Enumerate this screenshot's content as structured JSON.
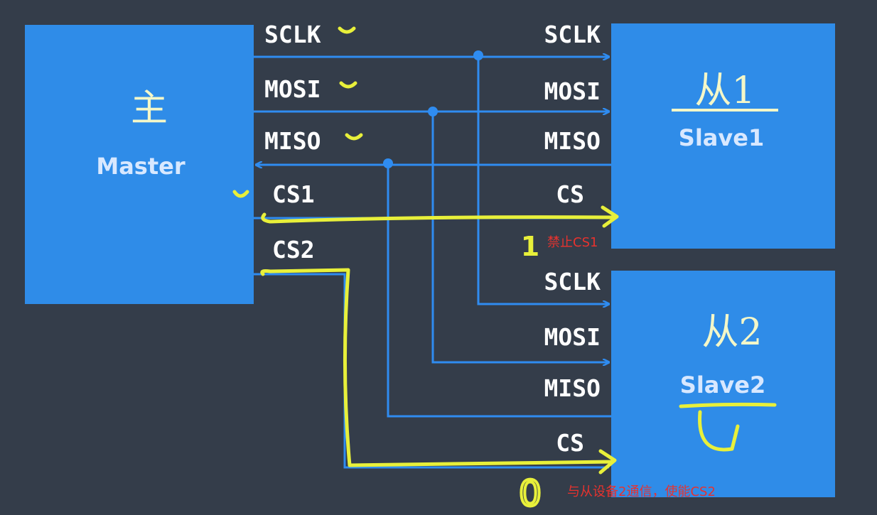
{
  "colors": {
    "background": "#343d4a",
    "box": "#2f8ce8",
    "wire": "#2f8cf0",
    "highlight": "#e8f03a",
    "note": "#e8322e"
  },
  "master": {
    "label": "Master",
    "handwritten": "主",
    "signals": [
      "SCLK",
      "MOSI",
      "MISO",
      "CS1",
      "CS2"
    ]
  },
  "slave1": {
    "label": "Slave1",
    "handwritten": "从1",
    "signals": [
      "SCLK",
      "MOSI",
      "MISO",
      "CS"
    ]
  },
  "slave2": {
    "label": "Slave2",
    "handwritten": "从2",
    "signals": [
      "SCLK",
      "MOSI",
      "MISO",
      "CS"
    ]
  },
  "annotations": {
    "cs1_value": "1",
    "cs1_note": "禁止CS1",
    "cs2_value": "0",
    "cs2_note": "与从设备2通信，使能CS2"
  }
}
